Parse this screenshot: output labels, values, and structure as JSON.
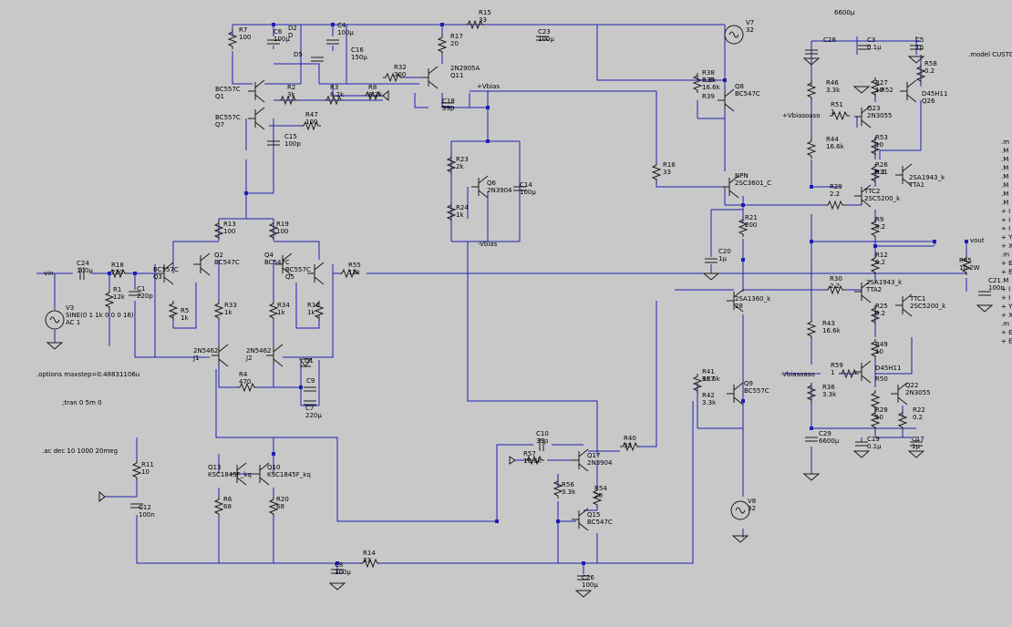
{
  "title": "",
  "components": [
    {
      "id": "r7",
      "labels": [
        "R7",
        "100"
      ]
    },
    {
      "id": "c6",
      "labels": [
        "C6",
        "100µ"
      ]
    },
    {
      "id": "d2",
      "labels": [
        "D2",
        "D"
      ]
    },
    {
      "id": "c4",
      "labels": [
        "C4",
        "100µ"
      ]
    },
    {
      "id": "c16",
      "labels": [
        "C16",
        "150µ"
      ]
    },
    {
      "id": "d5",
      "labels": [
        "D5"
      ]
    },
    {
      "id": "r17",
      "labels": [
        "R17",
        "20"
      ]
    },
    {
      "id": "r15",
      "labels": [
        "R15",
        "33"
      ]
    },
    {
      "id": "c23",
      "labels": [
        "C23",
        "100µ"
      ]
    },
    {
      "id": "q11",
      "labels": [
        "2N2905A",
        "Q11"
      ]
    },
    {
      "id": "r32",
      "labels": [
        "R32",
        "300"
      ]
    },
    {
      "id": "vbias_p",
      "labels": [
        "+Vbias"
      ]
    },
    {
      "id": "c18",
      "labels": [
        "C18",
        "39p"
      ]
    },
    {
      "id": "q1",
      "labels": [
        "BC557C",
        "Q1"
      ]
    },
    {
      "id": "q7",
      "labels": [
        "BC557C",
        "Q7"
      ]
    },
    {
      "id": "r2",
      "labels": [
        "R2",
        "3k"
      ]
    },
    {
      "id": "r3",
      "labels": [
        "R3",
        "8.2k"
      ]
    },
    {
      "id": "r8",
      "labels": [
        "R8",
        "8.2k"
      ]
    },
    {
      "id": "r47",
      "labels": [
        "R47",
        "100"
      ]
    },
    {
      "id": "c15",
      "labels": [
        "C15",
        "100p"
      ]
    },
    {
      "id": "r23",
      "labels": [
        "R23",
        "2k"
      ]
    },
    {
      "id": "r24",
      "labels": [
        "R24",
        "1k"
      ]
    },
    {
      "id": "q6",
      "labels": [
        "Q6",
        "2N3904"
      ]
    },
    {
      "id": "c14",
      "labels": [
        "C14",
        "100µ"
      ]
    },
    {
      "id": "vbias_n",
      "labels": [
        "-Vbias"
      ]
    },
    {
      "id": "r13",
      "labels": [
        "R13",
        "100"
      ]
    },
    {
      "id": "r19",
      "labels": [
        "R19",
        "100"
      ]
    },
    {
      "id": "q3",
      "labels": [
        "BC557C",
        "Q3"
      ]
    },
    {
      "id": "q2",
      "labels": [
        "Q2",
        "BC547C"
      ]
    },
    {
      "id": "q4",
      "labels": [
        "Q4",
        "BC547C"
      ]
    },
    {
      "id": "q5",
      "labels": [
        "BC557C",
        "Q5"
      ]
    },
    {
      "id": "r5",
      "labels": [
        "R5",
        "1k"
      ]
    },
    {
      "id": "r33",
      "labels": [
        "R33",
        "1k"
      ]
    },
    {
      "id": "r34",
      "labels": [
        "R34",
        "1k"
      ]
    },
    {
      "id": "r10",
      "labels": [
        "R10",
        "1k"
      ]
    },
    {
      "id": "j1",
      "labels": [
        "2N5462",
        "J1"
      ]
    },
    {
      "id": "j2",
      "labels": [
        "2N5462",
        "J2"
      ]
    },
    {
      "id": "r4",
      "labels": [
        "R4",
        "470"
      ]
    },
    {
      "id": "d1",
      "labels": [
        "D1"
      ]
    },
    {
      "id": "c7",
      "labels": [
        "C7",
        "220µ"
      ]
    },
    {
      "id": "c9",
      "labels": [
        "C9"
      ]
    },
    {
      "id": "r55",
      "labels": [
        "R55",
        "12k"
      ]
    },
    {
      "id": "vin",
      "labels": [
        "vin"
      ]
    },
    {
      "id": "c24",
      "labels": [
        "C24",
        "100µ"
      ]
    },
    {
      "id": "r18",
      "labels": [
        "R18",
        "220"
      ]
    },
    {
      "id": "r1",
      "labels": [
        "R1",
        "12k"
      ]
    },
    {
      "id": "c1",
      "labels": [
        "C1",
        "220p"
      ]
    },
    {
      "id": "v3",
      "labels": [
        "V3",
        "SINE(0 1 1k 0 0 0 16)",
        "AC 1"
      ]
    },
    {
      "id": "r11",
      "labels": [
        "R11",
        "10"
      ]
    },
    {
      "id": "c12",
      "labels": [
        "C12",
        "100n"
      ]
    },
    {
      "id": "q13",
      "labels": [
        "Q13",
        "KSC1845F_kq"
      ]
    },
    {
      "id": "q10",
      "labels": [
        "Q10",
        "KSC1845F_kq"
      ]
    },
    {
      "id": "r6",
      "labels": [
        "R6",
        "68"
      ]
    },
    {
      "id": "r20",
      "labels": [
        "R20",
        "68"
      ]
    },
    {
      "id": "c8",
      "labels": [
        "C8",
        "100µ"
      ]
    },
    {
      "id": "r14",
      "labels": [
        "R14",
        "33"
      ]
    },
    {
      "id": "c10",
      "labels": [
        "C10",
        "39p"
      ]
    },
    {
      "id": "r57",
      "labels": [
        "R57",
        "16.6k"
      ]
    },
    {
      "id": "q17",
      "labels": [
        "Q17",
        "2N3904"
      ]
    },
    {
      "id": "r56",
      "labels": [
        "R56",
        "3.3k"
      ]
    },
    {
      "id": "r54",
      "labels": [
        "R54",
        "20"
      ]
    },
    {
      "id": "q15",
      "labels": [
        "Q15",
        "BC547C"
      ]
    },
    {
      "id": "c26",
      "labels": [
        "C26",
        "100µ"
      ]
    },
    {
      "id": "r40",
      "labels": [
        "R40",
        "33"
      ]
    },
    {
      "id": "v7",
      "labels": [
        "V7",
        "32"
      ]
    },
    {
      "id": "v8",
      "labels": [
        "V8",
        "32"
      ]
    },
    {
      "id": "r38",
      "labels": [
        "R38",
        "3.3k"
      ]
    },
    {
      "id": "r35",
      "labels": [
        "R35",
        "16.6k"
      ]
    },
    {
      "id": "r39",
      "labels": [
        "R39"
      ]
    },
    {
      "id": "q8",
      "labels": [
        "Q8",
        "BC547C"
      ]
    },
    {
      "id": "r16",
      "labels": [
        "R16",
        "33"
      ]
    },
    {
      "id": "npn",
      "labels": [
        "NPN",
        "2SC3601_C"
      ]
    },
    {
      "id": "r21",
      "labels": [
        "R21",
        "200"
      ]
    },
    {
      "id": "c20",
      "labels": [
        "C20",
        "1µ"
      ]
    },
    {
      "id": "q_2sa1360",
      "labels": [
        "2SA1360_k",
        "28"
      ]
    },
    {
      "id": "r41",
      "labels": [
        "R41",
        "16.6k"
      ]
    },
    {
      "id": "r37",
      "labels": [
        "R37"
      ]
    },
    {
      "id": "r42",
      "labels": [
        "R42",
        "3.3k"
      ]
    },
    {
      "id": "q9",
      "labels": [
        "Q9",
        "BC557C"
      ]
    },
    {
      "id": "c28",
      "labels": [
        "C28"
      ]
    },
    {
      "id": "c3",
      "labels": [
        "C3",
        "0.1µ"
      ]
    },
    {
      "id": "c5",
      "labels": [
        "C5",
        "1µ"
      ]
    },
    {
      "id": "r58",
      "labels": [
        "R58",
        "0.2"
      ]
    },
    {
      "id": "r46",
      "labels": [
        "R46",
        "3.3k"
      ]
    },
    {
      "id": "r27",
      "labels": [
        "R27",
        "10"
      ]
    },
    {
      "id": "r52",
      "labels": [
        "R52"
      ]
    },
    {
      "id": "d45h11_top",
      "labels": [
        "D45H11",
        "Q26"
      ]
    },
    {
      "id": "vbiasoaso_p",
      "labels": [
        "+Vbiasoaso"
      ]
    },
    {
      "id": "r51",
      "labels": [
        "R51",
        "1"
      ]
    },
    {
      "id": "q23",
      "labels": [
        "Q23",
        "2N3055"
      ]
    },
    {
      "id": "r53",
      "labels": [
        "R53",
        "10"
      ]
    },
    {
      "id": "r44",
      "labels": [
        "R44",
        "16.6k"
      ]
    },
    {
      "id": "r26",
      "labels": [
        "R26",
        "0.2"
      ]
    },
    {
      "id": "r31",
      "labels": [
        "R31"
      ]
    },
    {
      "id": "ta1943_1",
      "labels": [
        "2SA1943_k",
        "TTA1"
      ]
    },
    {
      "id": "r29",
      "labels": [
        "R29",
        "2.2"
      ]
    },
    {
      "id": "ttc2",
      "labels": [
        "TTC2",
        "2SC5200_k"
      ]
    },
    {
      "id": "r9",
      "labels": [
        "R9",
        "0.2"
      ]
    },
    {
      "id": "vout",
      "labels": [
        "vout"
      ]
    },
    {
      "id": "r45",
      "labels": [
        "R45",
        "10 2W"
      ]
    },
    {
      "id": "c21",
      "labels": [
        "C21",
        "100n"
      ]
    },
    {
      "id": "r12",
      "labels": [
        "R12",
        "0.2"
      ]
    },
    {
      "id": "r30",
      "labels": [
        "R30",
        "2.2"
      ]
    },
    {
      "id": "ta1943_2",
      "labels": [
        "2SA1943_k",
        "TTA2"
      ]
    },
    {
      "id": "r25",
      "labels": [
        "R25",
        "0.2"
      ]
    },
    {
      "id": "ttc1",
      "labels": [
        "TTC1",
        "2SC5200_k"
      ]
    },
    {
      "id": "r43",
      "labels": [
        "R43",
        "16.6k"
      ]
    },
    {
      "id": "r49",
      "labels": [
        "R49",
        "10"
      ]
    },
    {
      "id": "d45h11_bot",
      "labels": [
        "D45H11"
      ]
    },
    {
      "id": "vbiasoaso_n",
      "labels": [
        "-Vbiasoaso"
      ]
    },
    {
      "id": "r59",
      "labels": [
        "R59",
        "1"
      ]
    },
    {
      "id": "r36",
      "labels": [
        "R36",
        "3.3k"
      ]
    },
    {
      "id": "r50",
      "labels": [
        "R50"
      ]
    },
    {
      "id": "q22",
      "labels": [
        "Q22",
        "2N3055"
      ]
    },
    {
      "id": "r28",
      "labels": [
        "R28",
        "10"
      ]
    },
    {
      "id": "r22",
      "labels": [
        "R22",
        "0.2"
      ]
    },
    {
      "id": "c29",
      "labels": [
        "C29",
        "6600µ"
      ]
    },
    {
      "id": "c19",
      "labels": [
        "C19",
        "0.1µ"
      ]
    },
    {
      "id": "c17",
      "labels": [
        "C17",
        "1µ"
      ]
    },
    {
      "id": "c_top_cap",
      "labels": [
        "6600µ"
      ]
    }
  ],
  "directives": {
    "options": ".options maxstep=0.48831106u",
    "tran": ";tran 0 5m 0",
    "ac": ".ac dec 10 1000 20meg",
    "model": ".model CUSTOM"
  },
  "right_clipped": [
    ".m",
    ".M",
    ".M",
    ".M",
    ".M",
    ".M",
    ".M",
    ".M",
    "+ I",
    "+ I",
    "+ I",
    "+ Y",
    "+ X",
    ".m",
    "+ E",
    "+ E",
    ".M",
    "+ I",
    "+ I",
    "+ Y",
    "+ X",
    ".m",
    "+ E",
    "+ E"
  ]
}
